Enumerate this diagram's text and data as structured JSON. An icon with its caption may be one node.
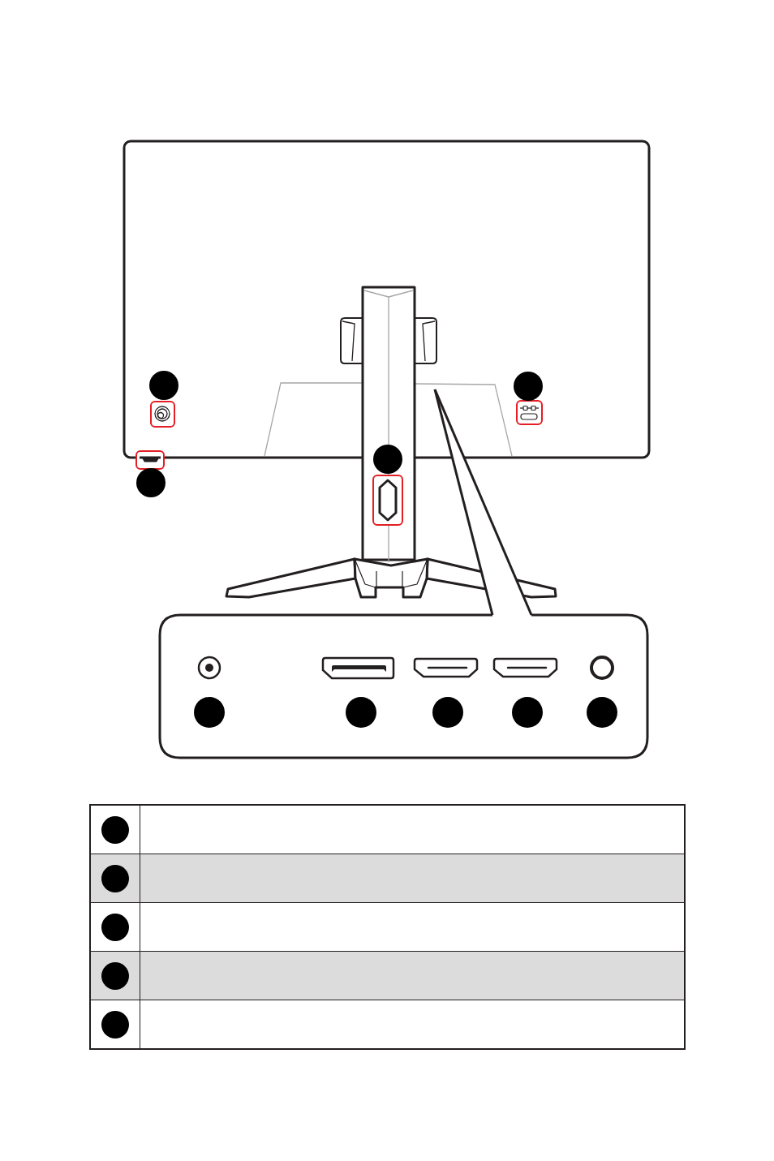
{
  "diagram": {
    "nodes": [
      {
        "text": [],
        "shape": "circle"
      },
      {
        "text": [],
        "shape": "circle"
      },
      {
        "text": [],
        "shape": "circle"
      },
      {
        "text": [],
        "shape": "circle"
      },
      {
        "text": [],
        "shape": "circle"
      },
      {
        "text": [],
        "shape": "circle"
      },
      {
        "text": [],
        "shape": "circle"
      },
      {
        "text": [],
        "shape": "circle"
      },
      {
        "text": [],
        "shape": "circle"
      },
      {
        "text": [],
        "shape": "circle"
      },
      {
        "text": [],
        "shape": "circle"
      },
      {
        "text": [],
        "shape": "circle"
      },
      {
        "text": [],
        "shape": "circle"
      },
      {
        "text": [],
        "shape": "circle"
      }
    ]
  }
}
